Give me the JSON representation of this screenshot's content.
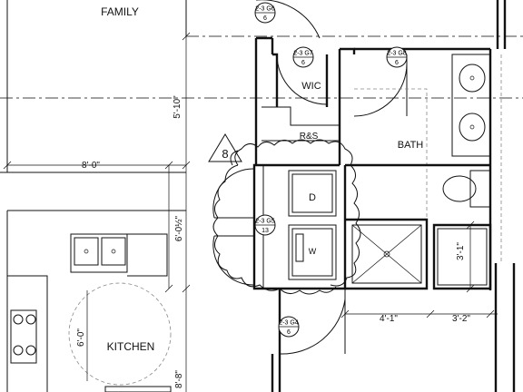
{
  "rooms": {
    "family": "FAMILY",
    "wic": "WIC",
    "rs": "R&S",
    "bath": "BATH",
    "kitchen": "KITCHEN",
    "dryer": "D",
    "washer": "W"
  },
  "dimensions": {
    "family_to_hall": "5'-10\"",
    "laundry_width": "8'-0\"",
    "laundry_depth": "6'-0½\"",
    "shower_depth": "3'-1\"",
    "shower_width": "4'-1\"",
    "closet_width": "3'-2\"",
    "kitchen_table": "6'-0\"",
    "kitchen_depth": "8'-8\""
  },
  "revision_tag": "8",
  "door_tags": [
    {
      "top": "2-3",
      "sheet": "G6",
      "num": "6"
    },
    {
      "top": "2-3",
      "sheet": "G7",
      "num": "6"
    },
    {
      "top": "2-3",
      "sheet": "G8",
      "num": "6"
    },
    {
      "top": "2-3",
      "sheet": "G5",
      "num": "13"
    },
    {
      "top": "2-3",
      "sheet": "G4",
      "num": "6"
    }
  ]
}
